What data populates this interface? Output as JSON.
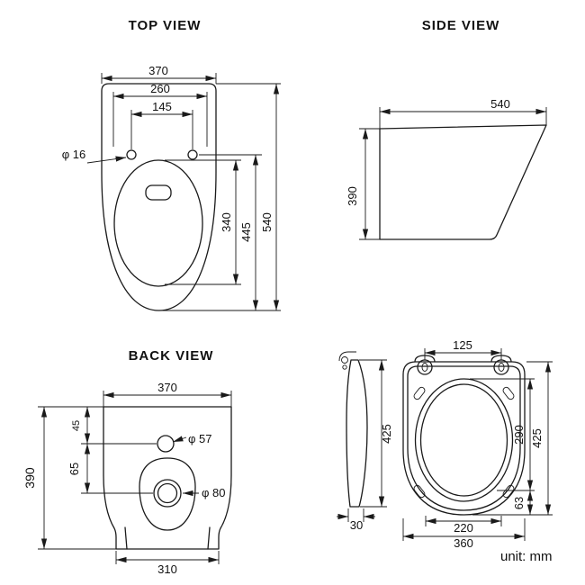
{
  "background": "#ffffff",
  "line_color": "#1a1a1a",
  "unit_label": "unit: mm",
  "views": {
    "top": {
      "title": "TOP VIEW",
      "dims": {
        "overall_width": "370",
        "tank_width": "260",
        "hinge_hole_spacing": "145",
        "hinge_hole_diameter": "φ 16",
        "bowl_opening_length": "340",
        "hinge_to_front": "445",
        "overall_length": "540"
      }
    },
    "side": {
      "title": "SIDE VIEW",
      "dims": {
        "overall_length": "540",
        "overall_height": "390"
      }
    },
    "back": {
      "title": "BACK VIEW",
      "dims": {
        "overall_width": "370",
        "inlet_offset": "45",
        "inlet_to_outlet": "65",
        "inlet_diameter": "φ 57",
        "outlet_diameter": "φ 80",
        "overall_height": "390",
        "base_width": "310"
      }
    },
    "seat": {
      "dims": {
        "hinge_spacing": "125",
        "profile_height": "425",
        "profile_thickness": "30",
        "opening_length": "290",
        "overall_length": "425",
        "front_gap": "63",
        "opening_width": "220",
        "overall_width": "360"
      }
    }
  }
}
